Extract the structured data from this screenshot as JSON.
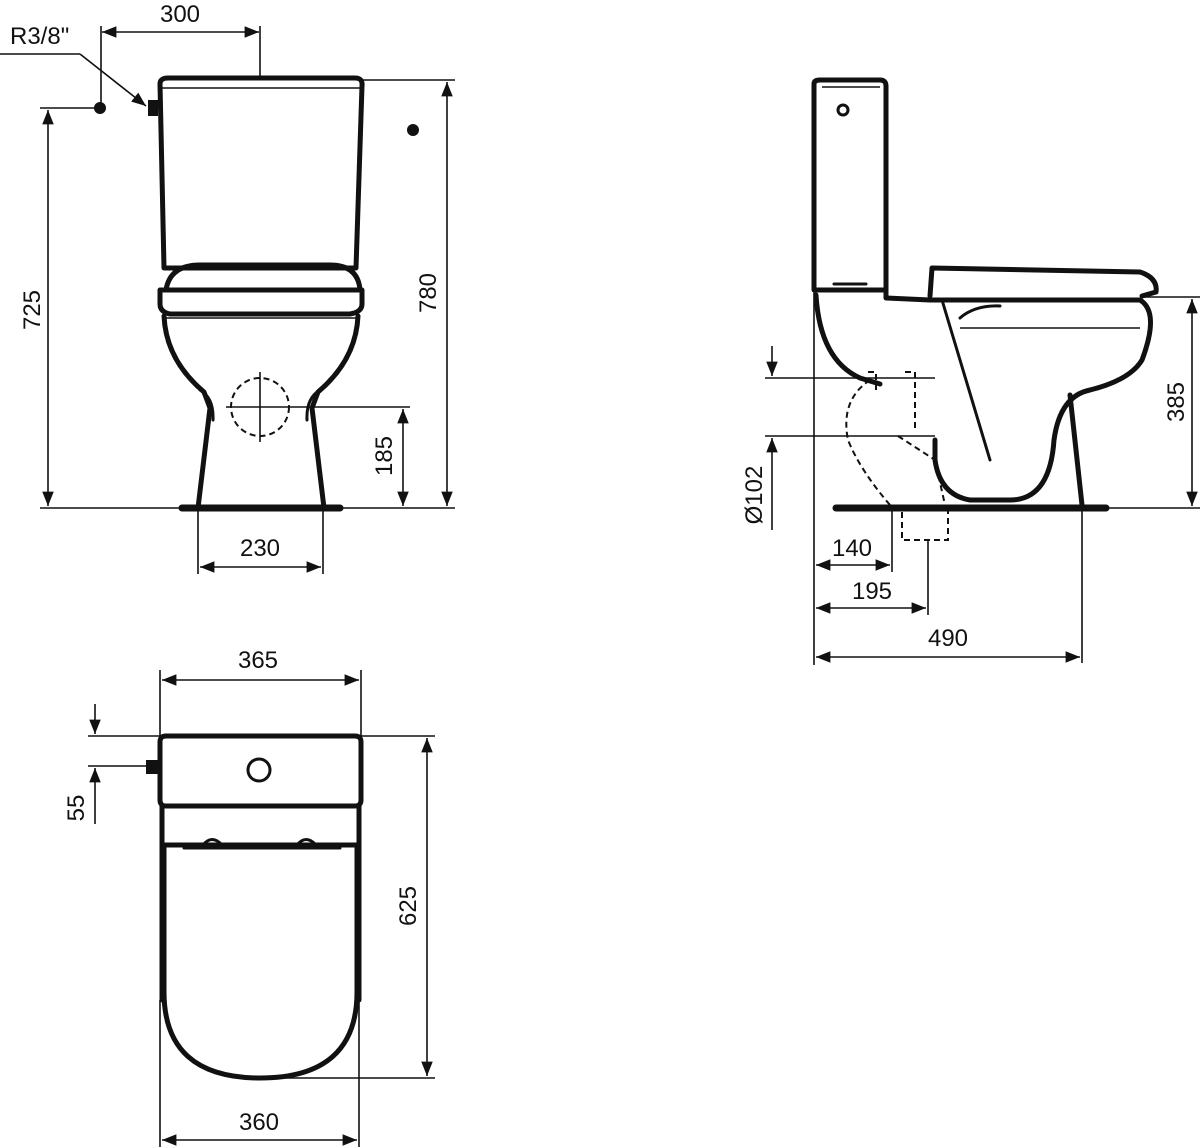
{
  "drawing": {
    "type": "technical dimension drawing",
    "subject": "close-coupled toilet with cistern",
    "units": "mm",
    "line_color": "#111111",
    "background": "#ffffff"
  },
  "front_view": {
    "connection_label": "R3/8\"",
    "dim_supply_offset": "300",
    "dim_supply_height": "725",
    "dim_total_height": "780",
    "dim_outlet_height": "185",
    "dim_base_width": "230"
  },
  "side_view": {
    "dim_seat_height": "385",
    "dim_outlet_diameter": "Ø102",
    "dim_wall_to_outlet_min": "140",
    "dim_wall_to_outlet_center": "195",
    "dim_total_depth": "490"
  },
  "top_view": {
    "dim_cistern_width": "365",
    "dim_supply_inset": "55",
    "dim_total_depth": "625",
    "dim_bowl_width": "360"
  }
}
